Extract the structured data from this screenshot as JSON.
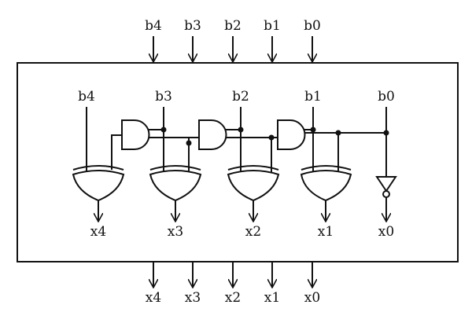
{
  "external_inputs": [
    "b4",
    "b3",
    "b2",
    "b1",
    "b0"
  ],
  "internal_inputs": [
    "b4",
    "b3",
    "b2",
    "b1",
    "b0"
  ],
  "internal_outputs": [
    "x4",
    "x3",
    "x2",
    "x1",
    "x0"
  ],
  "external_outputs": [
    "x4",
    "x3",
    "x2",
    "x1",
    "x0"
  ],
  "colors": {
    "ink": "#111111",
    "background": "#ffffff"
  }
}
